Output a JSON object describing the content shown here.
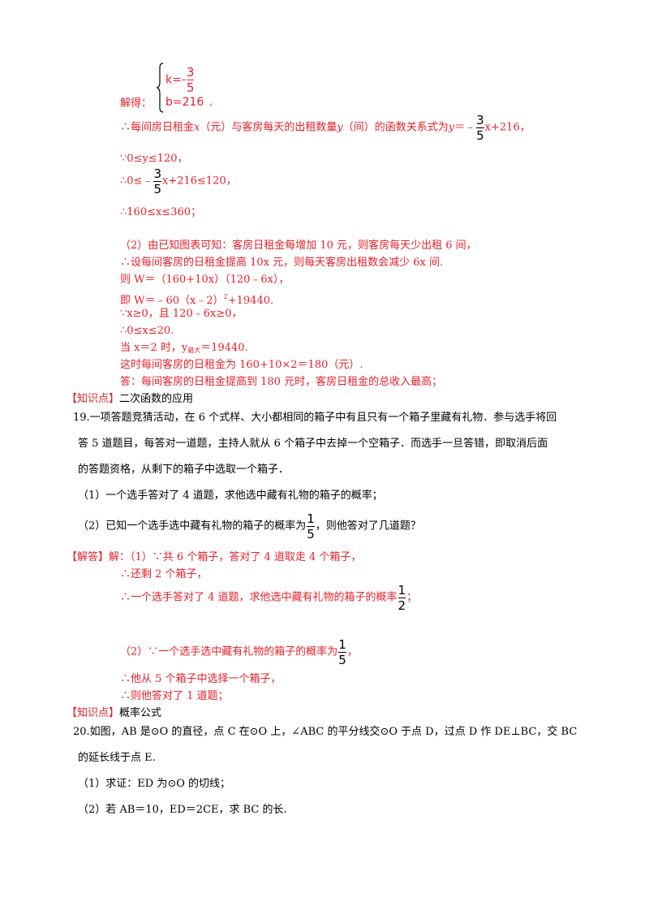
{
  "part18": {
    "sys_k_lhs": "k=-",
    "sys_k_num": "3",
    "sys_k_den": "5",
    "sys_b": "b=216",
    "jiede": "解得：",
    "jiede_comma": ",",
    "line1_a": "∴每间房日租金",
    "line1_x": "x",
    "line1_b": "（元）与客房每天的出租数量",
    "line1_y": "y",
    "line1_c": "（间）的函数关系式为",
    "line1_y2": "y",
    "line1_d": "＝﹣",
    "line1_num": "3",
    "line1_den": "5",
    "line1_e": "x+216，",
    "line2": "∵0≤y≤120，",
    "line3_a": "∴0≤﹣",
    "line3_num": "3",
    "line3_den": "5",
    "line3_b": "x+216≤120，",
    "line4": "∴160≤x≤360；",
    "p2_1": "（2）由已知图表可知：客房日租金每增加 10 元，则客房每天少出租 6 间，",
    "p2_2": "∴设每间客房的日租金提高 10x 元，则每天客房出租数会减少 6x 间.",
    "p2_3": "则 W＝（160+10x）（120﹣6x），",
    "p2_4a": "即 W＝﹣60（x﹣2）",
    "p2_4sup": "2",
    "p2_4b": "+19440.",
    "p2_5": "∵x≥0，且 120﹣6x≥0，",
    "p2_6": "∴0≤x≤20.",
    "p2_7a": "当 x＝2 时，y",
    "p2_7sub": "最大",
    "p2_7b": "＝19440.",
    "p2_8": "这时每间客房的日租金为 160+10×2＝180（元）.",
    "p2_9": "答：每间客房的日租金提高到 180 元时，客房日租金的总收入最高；",
    "kp_label": "【知识点】",
    "kp_value": "二次函数的应用"
  },
  "q19": {
    "q1": "19.一项答题竞猜活动，在 6 个式样、大小都相同的箱子中有且只有一个箱子里藏有礼物．参与选手将回",
    "q2": "答 5 道题目，每答对一道题，主持人就从 6 个箱子中去掉一个空箱子．而选手一旦答错，即取消后面",
    "q3": "的答题资格，从剩下的箱子中选取一个箱子．",
    "sub1": "（1）一个选手答对了 4 道题，求他选中藏有礼物的箱子的概率；",
    "sub2a": "（2）已知一个选手选中藏有礼物的箱子的概率为",
    "sub2num": "1",
    "sub2den": "5",
    "sub2b": "，则他答对了几道题？",
    "ans_label": "【解答】",
    "ans1": "解：（1）∵共 6 个箱子，答对了 4 道取走 4 个箱子，",
    "ans2": "∴还剩 2 个箱子，",
    "ans3a": "∴一个选手答对了 4 道题，求他选中藏有礼物的箱子的概率",
    "ans3num": "1",
    "ans3den": "2",
    "ans3b": "；",
    "ans4a": "（2）∵一个选手选中藏有礼物的箱子的概率为",
    "ans4num": "1",
    "ans4den": "5",
    "ans4b": "，",
    "ans5": "∴他从 5 个箱子中选择一个箱子，",
    "ans6": "∴则他答对了 1 道题；",
    "kp_label": "【知识点】",
    "kp_value": "概率公式"
  },
  "q20": {
    "q1": "20.如图，AB 是⊙O 的直径，点 C 在⊙O 上，∠ABC 的平分线交⊙O 于点 D，过点 D 作 DE⊥BC，交 BC",
    "q2": "的延长线于点  E.",
    "sub1": "（1）求证：ED 为⊙O 的切线；",
    "sub2": "（2）若 AB＝10，ED＝2CE，求 BC 的长."
  },
  "colors": {
    "answer": "#e8202a",
    "text": "#000000"
  }
}
